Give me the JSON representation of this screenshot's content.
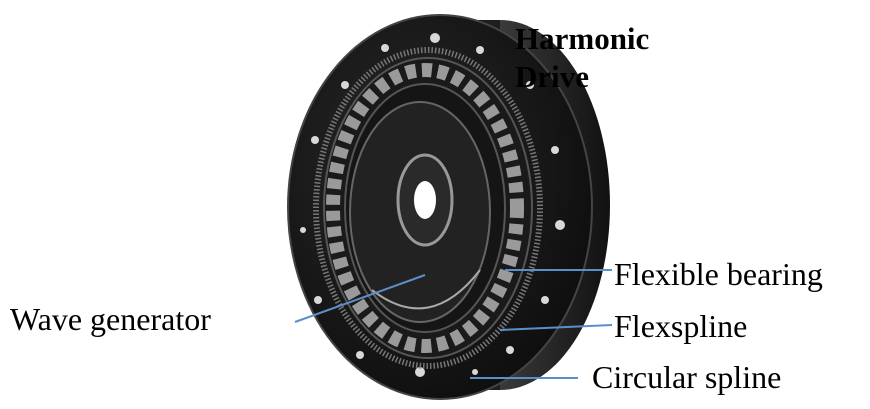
{
  "title": {
    "line1": "Harmonic",
    "line2": "Drive"
  },
  "labels": {
    "flexible_bearing": "Flexible bearing",
    "flexspline": "Flexspline",
    "circular_spline": "Circular spline",
    "wave_generator": "Wave generator"
  },
  "colors": {
    "leader_line": "#5b8fc9",
    "body": "#141414"
  }
}
